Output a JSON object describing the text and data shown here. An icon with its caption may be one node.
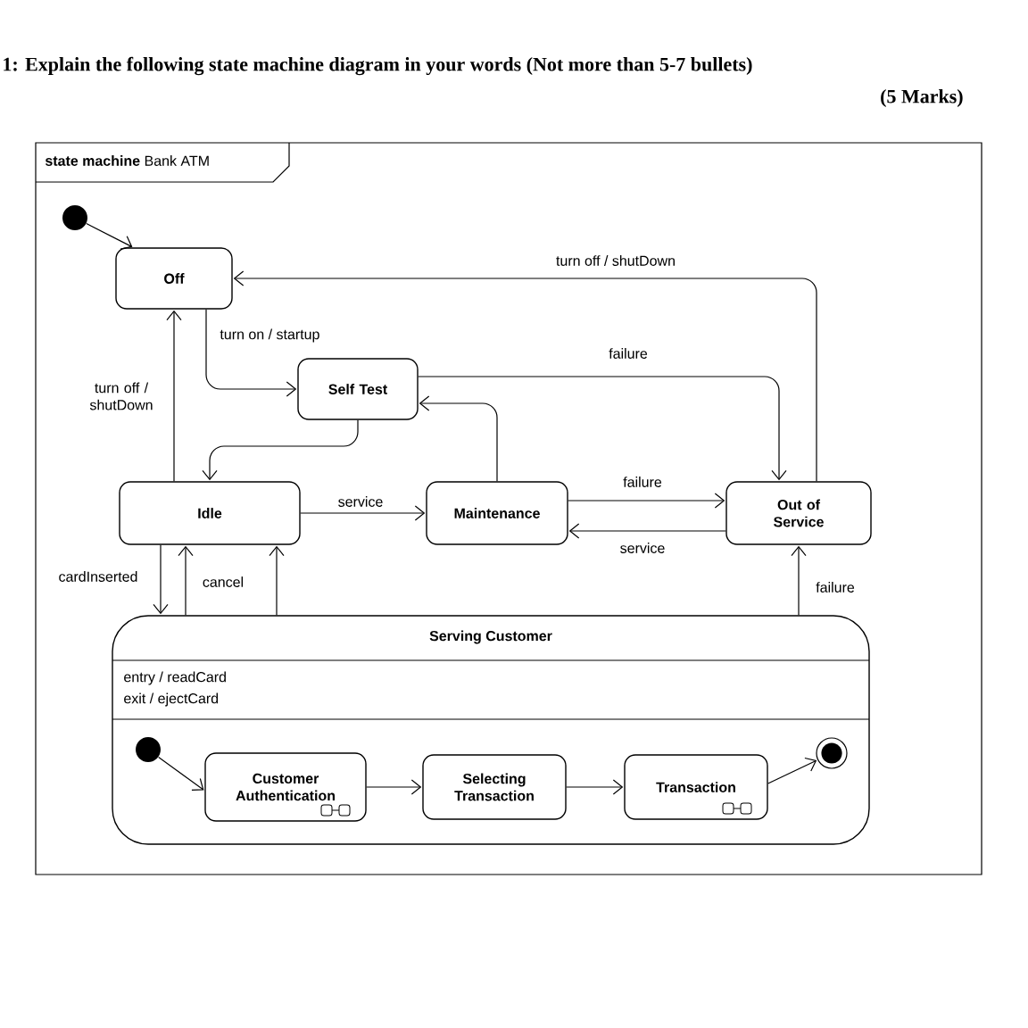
{
  "diagram": {
    "title": "1: Explain the following state machine diagram in your words (Not more than 5-7 bullets)",
    "nodes": [
      {
        "text": [
          "**state machine** Bank ATM"
        ]
      },
      {
        "text": [],
        "shape": "circle",
        "in": 0
      },
      {
        "text": [
          "Off"
        ],
        "in": 0
      },
      {
        "text": [
          "Self Test"
        ],
        "in": 0
      },
      {
        "text": [
          "Idle"
        ],
        "in": 0
      },
      {
        "text": [
          "Maintenance"
        ],
        "in": 0
      },
      {
        "text": [
          "Out of Service"
        ],
        "in": 0
      },
      {
        "text": [
          "Serving Customer",
          "entry / readCard",
          "exit / ejectCard"
        ],
        "in": 0
      },
      {
        "text": [],
        "shape": "circle",
        "in": 7
      },
      {
        "text": [
          "Customer Authentication"
        ],
        "in": 7
      },
      {
        "text": [
          "Selecting Transaction"
        ],
        "in": 7
      },
      {
        "text": [
          "Transaction"
        ],
        "in": 7
      },
      {
        "text": [],
        "shape": "circle",
        "in": 7
      }
    ],
    "edges": [
      {
        "from": 1,
        "to": 2,
        "arrow": "to"
      },
      {
        "from": 2,
        "to": 3,
        "arrow": "to",
        "label": "turn on / startup"
      },
      {
        "from": 6,
        "to": 2,
        "arrow": "to",
        "label": "turn off / shutDown"
      },
      {
        "from": 3,
        "to": 6,
        "arrow": "to",
        "label": "failure"
      },
      {
        "from": 3,
        "to": 4,
        "arrow": "to"
      },
      {
        "from": 5,
        "to": 3,
        "arrow": "to"
      },
      {
        "from": 4,
        "to": 2,
        "arrow": "to",
        "label": "turn off / shutDown"
      },
      {
        "from": 4,
        "to": 5,
        "arrow": "to",
        "label": "service"
      },
      {
        "from": 5,
        "to": 6,
        "arrow": "to",
        "label": "failure"
      },
      {
        "from": 6,
        "to": 5,
        "arrow": "to",
        "label": "service"
      },
      {
        "from": 4,
        "to": 7,
        "arrow": "to",
        "label": "cardInserted"
      },
      {
        "from": 7,
        "to": 4,
        "arrow": "to",
        "label": "cancel"
      },
      {
        "from": 7,
        "to": 4,
        "arrow": "to"
      },
      {
        "from": 7,
        "to": 6,
        "arrow": "to",
        "label": "failure"
      },
      {
        "from": 8,
        "to": 9,
        "arrow": "to"
      },
      {
        "from": 9,
        "to": 10,
        "arrow": "to"
      },
      {
        "from": 10,
        "to": 11,
        "arrow": "to"
      },
      {
        "from": 11,
        "to": 12,
        "arrow": "to"
      }
    ],
    "labels": [
      "(5 Marks)"
    ]
  }
}
